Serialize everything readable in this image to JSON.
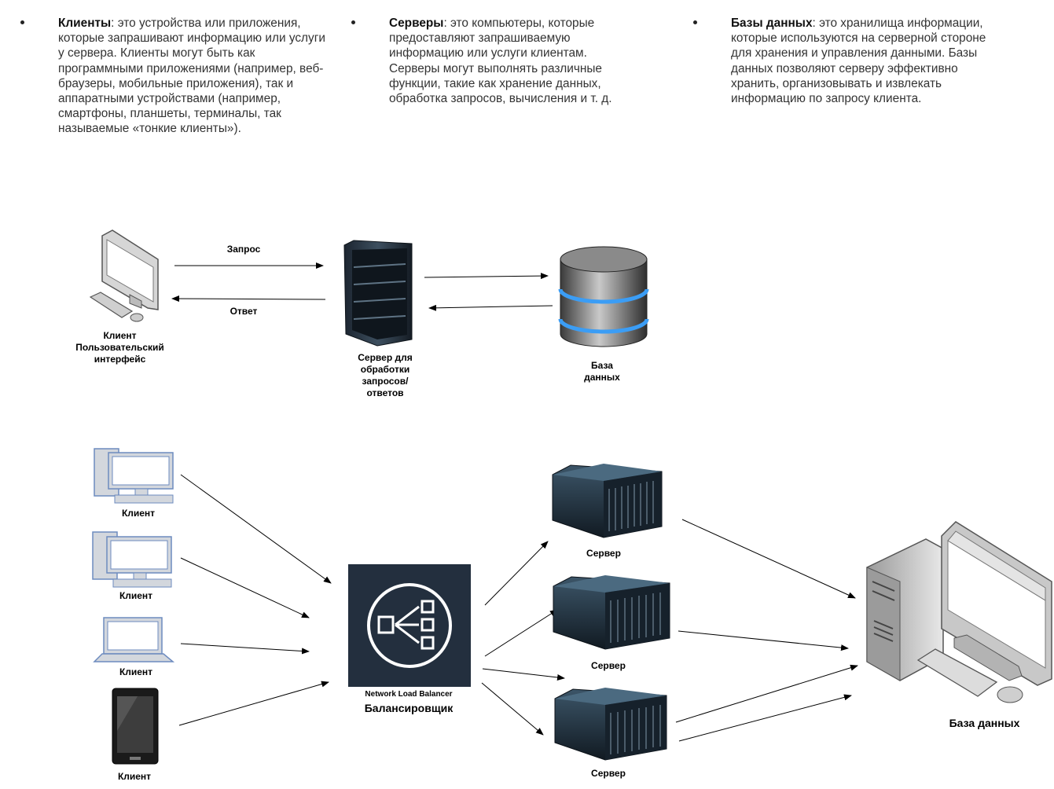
{
  "bullets": [
    {
      "term": "Клиенты",
      "text": ": это устройства или приложения, которые запрашивают информацию или услуги у сервера. Клиенты могут быть как программными приложениями (например, веб-браузеры, мобильные приложения), так и аппаратными устройствами (например, смартфоны, планшеты, терминалы, так называемые «тонкие клиенты»)."
    },
    {
      "term": "Серверы",
      "text": ": это компьютеры, которые предоставляют запрашиваемую информацию или услуги клиентам. Серверы могут выполнять различные функции, такие как хранение данных, обработка запросов, вычисления и т. д."
    },
    {
      "term": "Базы данных",
      "text": ": это хранилища информации, которые используются на серверной стороне для хранения и управления данными. Базы данных позволяют серверу эффективно хранить, организовывать и извлекать информацию по запросу клиента."
    }
  ],
  "top_diagram": {
    "request_label": "Запрос",
    "response_label": "Ответ",
    "client_label": "Клиент\nПользовательский\nинтерфейс",
    "server_label": "Сервер для\nобработки\nзапросов/\nответов",
    "db_label": "База\nданных"
  },
  "bottom_diagram": {
    "clients": [
      "Клиент",
      "Клиент",
      "Клиент",
      "Клиент"
    ],
    "balancer_caption": "Network Load Balancer",
    "balancer_label": "Балансировщик",
    "servers": [
      "Сервер",
      "Сервер",
      "Сервер"
    ],
    "db_label": "База данных"
  },
  "colors": {
    "balancer_bg": "#232f3e",
    "client_outline": "#6d8bbf",
    "client_fill": "#d3d7dd",
    "db_accent": "#3b9df5"
  }
}
